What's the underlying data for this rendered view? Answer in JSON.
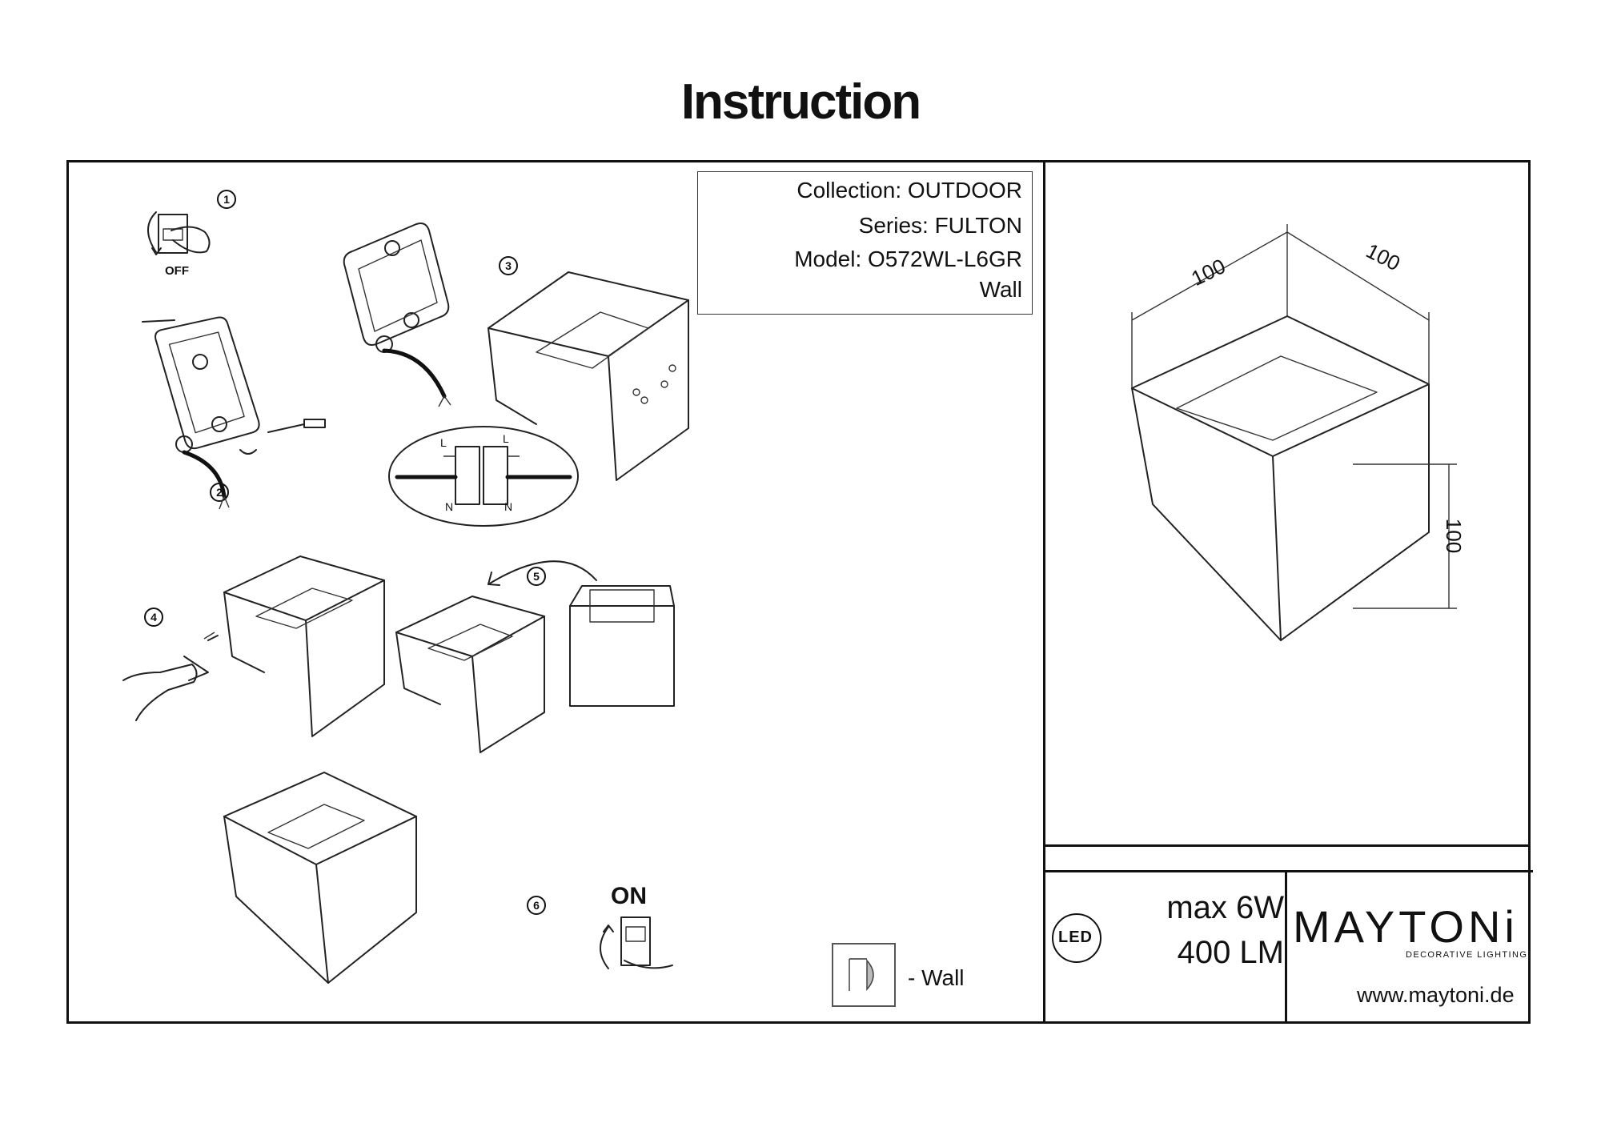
{
  "title": "Instruction",
  "info": {
    "collection": "Collection: OUTDOOR",
    "series": "Series: FULTON",
    "model": "Model: O572WL-L6GR",
    "type": "Wall"
  },
  "steps": {
    "s1": "1",
    "s2": "2",
    "s3": "3",
    "s4": "4",
    "s5": "5",
    "s6": "6",
    "off_label": "OFF",
    "on_label": "ON"
  },
  "wiring": {
    "l1": "L",
    "l2": "L",
    "n1": "N",
    "n2": "N"
  },
  "mount_legend": "- Wall",
  "dimensions": {
    "width": "100",
    "depth": "100",
    "height": "100"
  },
  "specs": {
    "badge": "LED",
    "power": "max 6W",
    "lumen": "400 LM"
  },
  "brand": {
    "name": "MAYTONi",
    "tagline": "DECORATIVE LIGHTING",
    "url": "www.maytoni.de"
  }
}
